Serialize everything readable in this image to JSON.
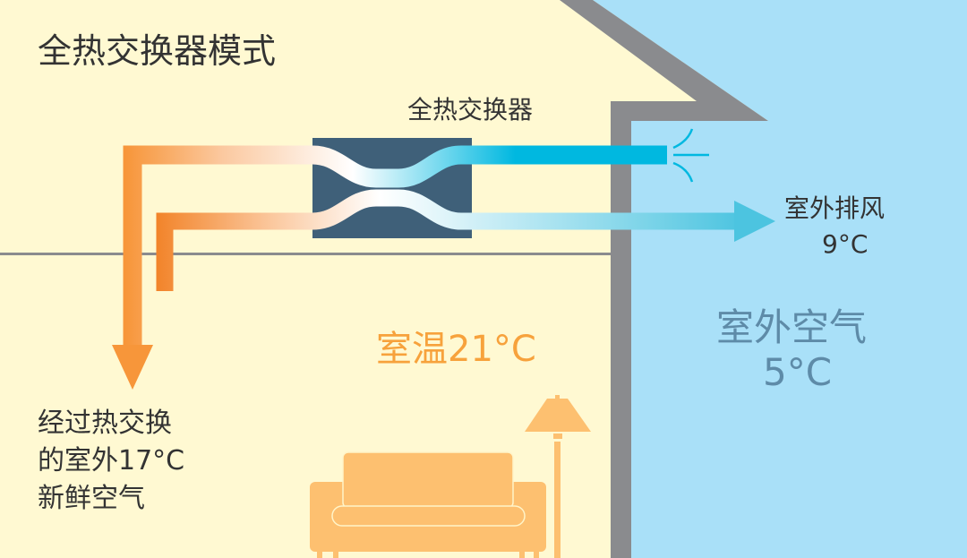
{
  "title": "全热交换器模式",
  "exchanger_label": "全热交换器",
  "exhaust": {
    "label": "室外排风",
    "temp": "9°C"
  },
  "indoor": {
    "label": "室温21°C"
  },
  "outdoor": {
    "label": "室外空气",
    "temp": "5°C"
  },
  "supply": {
    "lines": [
      "经过热交换",
      "的室外17°C",
      "新鲜空气"
    ]
  },
  "colors": {
    "indoor_bg": "#FFF9D2",
    "outdoor_bg": "#A9E0F8",
    "wall": "#8A8B8E",
    "exchanger": "#3F6079",
    "warm": "#F7963A",
    "cool": "#00B8E0",
    "furniture": "#FDC070"
  }
}
